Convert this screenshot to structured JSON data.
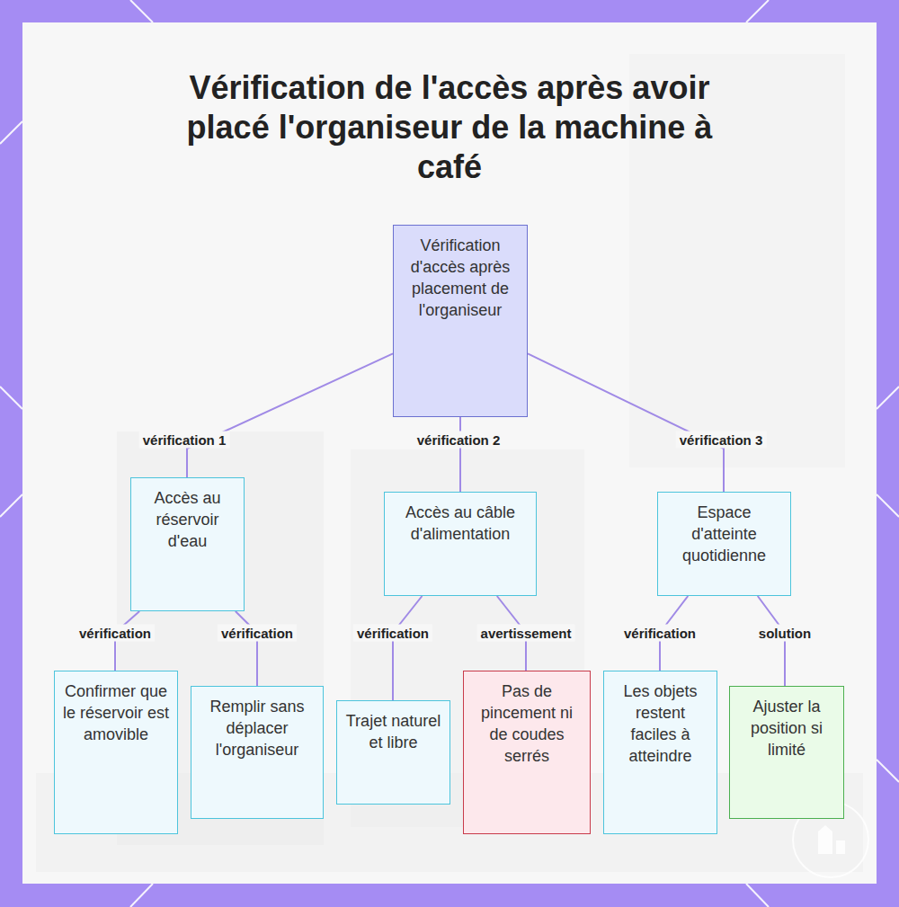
{
  "diagram": {
    "title": "Vérification de l'accès après avoir placé l'organiseur de la machine à café",
    "nodes": [
      {
        "text": [
          "Vérification d'accès après placement de l'organiseur"
        ]
      },
      {
        "text": [
          "Accès au réservoir d'eau"
        ]
      },
      {
        "text": [
          "Accès au câble d'alimentation"
        ]
      },
      {
        "text": [
          "Espace d'atteinte quotidienne"
        ]
      },
      {
        "text": [
          "Confirmer que le réservoir est amovible"
        ]
      },
      {
        "text": [
          "Remplir sans déplacer l'organiseur"
        ]
      },
      {
        "text": [
          "Trajet naturel et libre"
        ]
      },
      {
        "text": [
          "Pas de pincement ni de coudes serrés"
        ]
      },
      {
        "text": [
          "Les objets restent faciles à atteindre"
        ]
      },
      {
        "text": [
          "Ajuster la position si limité"
        ]
      }
    ],
    "edges": [
      {
        "from": 0,
        "to": 1,
        "label": "vérification 1",
        "arrow": "none"
      },
      {
        "from": 0,
        "to": 2,
        "label": "vérification 2",
        "arrow": "none"
      },
      {
        "from": 0,
        "to": 3,
        "label": "vérification 3",
        "arrow": "none"
      },
      {
        "from": 1,
        "to": 4,
        "label": "vérification",
        "arrow": "none"
      },
      {
        "from": 1,
        "to": 5,
        "label": "vérification",
        "arrow": "none"
      },
      {
        "from": 2,
        "to": 6,
        "label": "vérification",
        "arrow": "none"
      },
      {
        "from": 2,
        "to": 7,
        "label": "avertissement",
        "arrow": "none"
      },
      {
        "from": 3,
        "to": 8,
        "label": "vérification",
        "arrow": "none"
      },
      {
        "from": 3,
        "to": 9,
        "label": "solution",
        "arrow": "none"
      }
    ]
  }
}
